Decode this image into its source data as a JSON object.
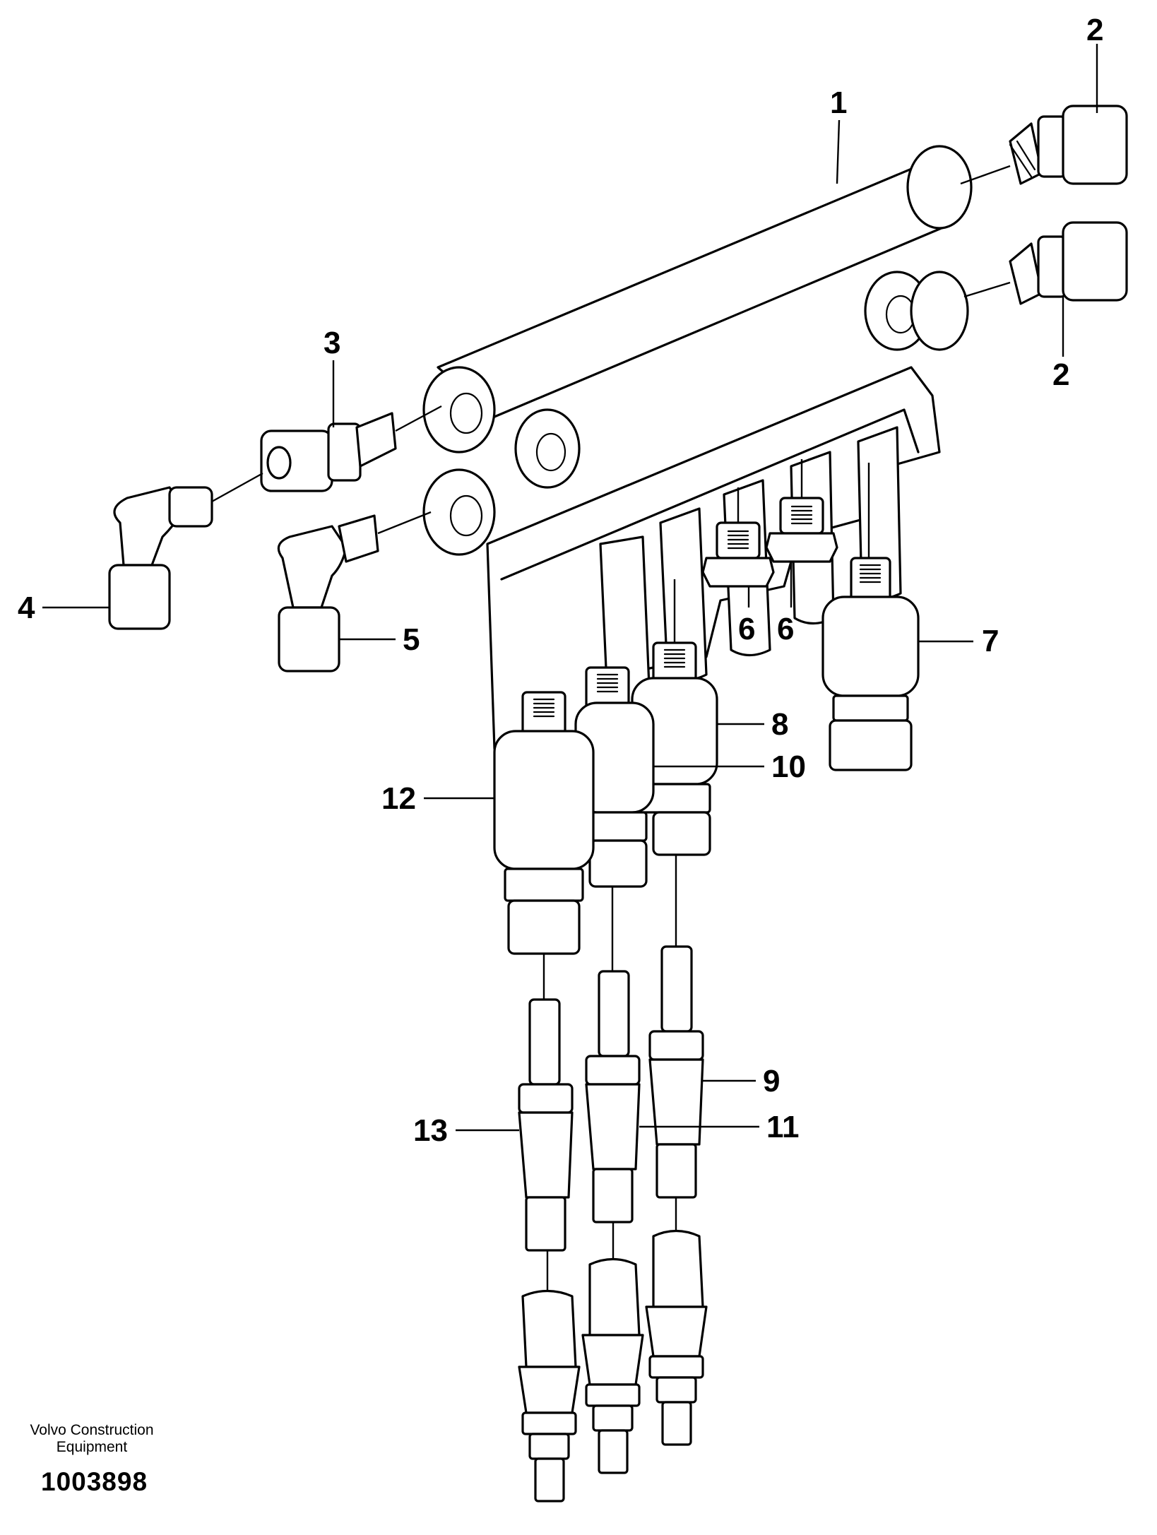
{
  "diagram": {
    "callouts": [
      "1",
      "2",
      "2",
      "3",
      "4",
      "5",
      "6",
      "6",
      "7",
      "8",
      "9",
      "10",
      "11",
      "12",
      "13"
    ]
  },
  "footer": {
    "credit_line1": "Volvo Construction",
    "credit_line2": "Equipment",
    "drawing_number": "1003898"
  }
}
